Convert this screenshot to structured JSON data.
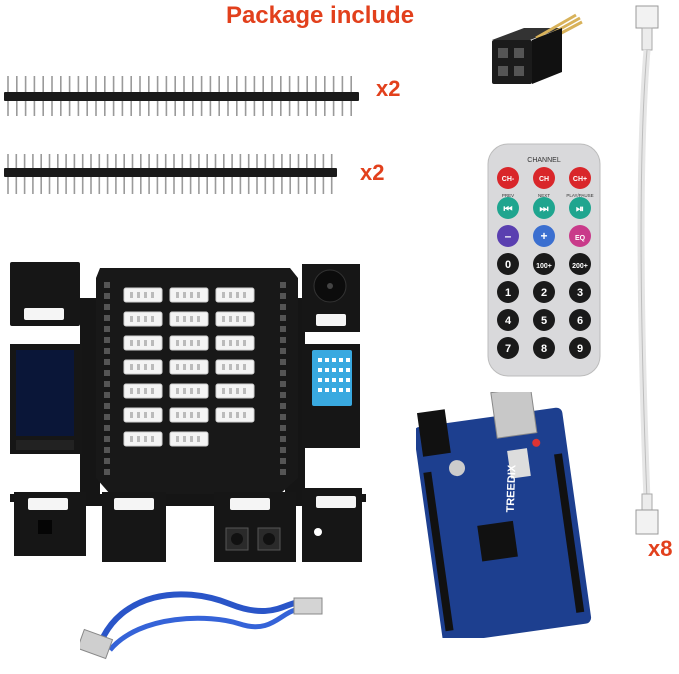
{
  "title": "Package include",
  "quantities": {
    "header_row_1": "x2",
    "header_row_2": "x2",
    "cable": "x8"
  },
  "remote": {
    "channel_label": "CHANNEL",
    "row1": [
      "CH-",
      "CH",
      "CH+"
    ],
    "row1_sub": [
      "PREV",
      "NEXT",
      "PLAY/PAUSE"
    ],
    "row3": [
      "–",
      "+",
      "EQ"
    ],
    "row4": [
      "0",
      "100+",
      "200+"
    ],
    "digits": [
      "1",
      "2",
      "3",
      "4",
      "5",
      "6",
      "7",
      "8",
      "9"
    ]
  },
  "uno_brand": "TREEDIX",
  "colors": {
    "accent": "#e2401c",
    "pcb": "#151515",
    "uno": "#1d3f8f",
    "cable": "#2a55c8"
  }
}
